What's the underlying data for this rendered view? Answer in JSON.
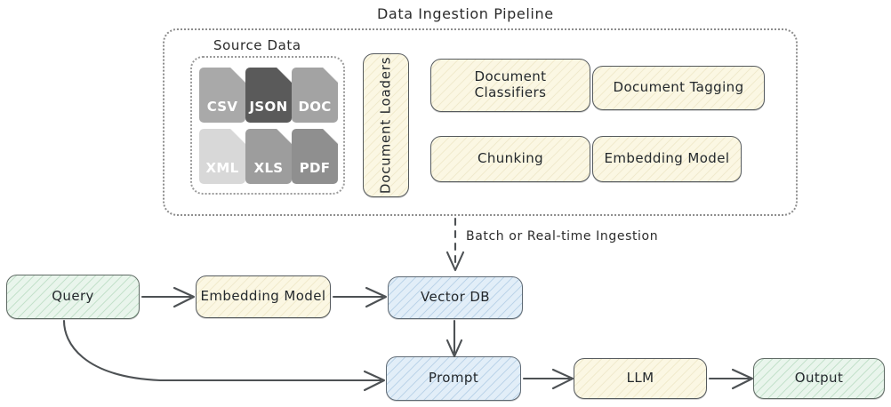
{
  "diagram": {
    "title": "Data Ingestion Pipeline",
    "source_section_title": "Source Data",
    "ingestion_arrow_label": "Batch or Real-time Ingestion"
  },
  "source_files": [
    {
      "label": "CSV",
      "color": "#a9a9a9"
    },
    {
      "label": "JSON",
      "color": "#5a5a5a"
    },
    {
      "label": "DOC",
      "color": "#a3a3a3"
    },
    {
      "label": "XML",
      "color": "#d8d8d8"
    },
    {
      "label": "XLS",
      "color": "#9d9d9d"
    },
    {
      "label": "PDF",
      "color": "#8f8f8f"
    }
  ],
  "pipeline": {
    "loaders": {
      "label": "Document Loaders"
    },
    "stages": [
      {
        "label": "Document Classifiers"
      },
      {
        "label": "Document Tagging"
      },
      {
        "label": "Chunking"
      },
      {
        "label": "Embedding Model"
      }
    ]
  },
  "flow": {
    "query": "Query",
    "embedding_model": "Embedding Model",
    "vector_db": "Vector DB",
    "prompt": "Prompt",
    "llm": "LLM",
    "output": "Output"
  },
  "colors": {
    "cream": "#fbf7e3",
    "blue": "#e2eef8",
    "green": "#e9f5ec",
    "stroke": "#555a5e",
    "dotted": "#8d8d8d"
  }
}
